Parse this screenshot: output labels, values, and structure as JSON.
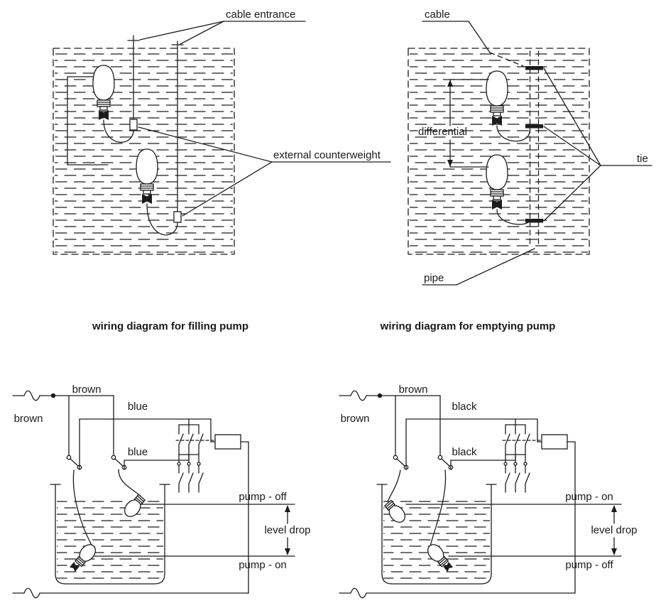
{
  "colors": {
    "ink": "#1c1c1c",
    "background": "#ffffff"
  },
  "top_left": {
    "cable_entrance": "cable entrance",
    "external_counterweight": "external counterweight",
    "caption": "wiring diagram for filling pump"
  },
  "top_right": {
    "cable": "cable",
    "differential": "differential",
    "tie": "tie",
    "pipe": "pipe",
    "caption": "wiring diagram for emptying pump"
  },
  "circuit_left": {
    "wire_in": "brown",
    "wire_top": "brown",
    "wire_upper": "blue",
    "wire_lower": "blue",
    "level_top": "pump - off",
    "level_mid": "level drop",
    "level_bottom": "pump - on"
  },
  "circuit_right": {
    "wire_in": "brown",
    "wire_top": "brown",
    "wire_upper": "black",
    "wire_lower": "black",
    "level_top": "pump - on",
    "level_mid": "level drop",
    "level_bottom": "pump - off"
  }
}
